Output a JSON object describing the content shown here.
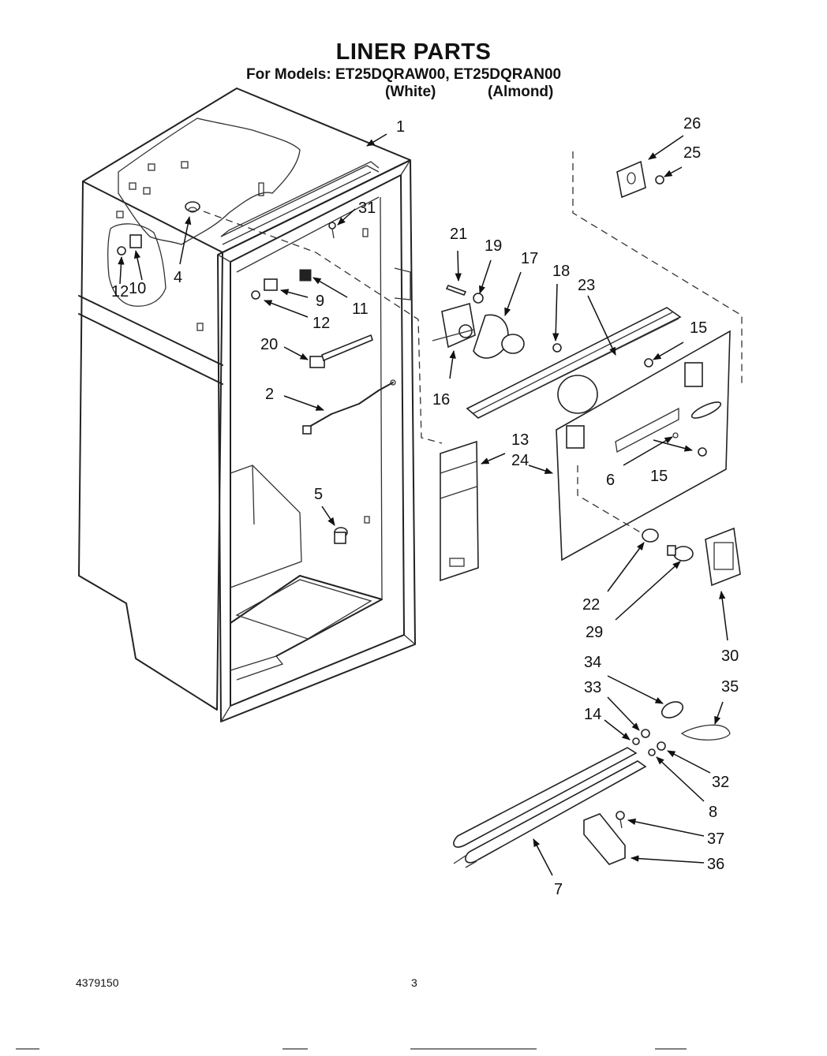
{
  "header": {
    "title": "LINER PARTS",
    "models": "For Models: ET25DQRAW00, ET25DQRAN00",
    "variant_white": "(White)",
    "variant_almond": "(Almond)"
  },
  "footer": {
    "doc_number": "4379150",
    "page_number": "3"
  },
  "callouts": [
    "1",
    "2",
    "4",
    "5",
    "6",
    "7",
    "8",
    "9",
    "10",
    "11",
    "12",
    "12",
    "13",
    "14",
    "15",
    "15",
    "16",
    "17",
    "18",
    "19",
    "20",
    "21",
    "22",
    "23",
    "24",
    "25",
    "26",
    "29",
    "30",
    "31",
    "32",
    "33",
    "34",
    "35",
    "36",
    "37"
  ]
}
